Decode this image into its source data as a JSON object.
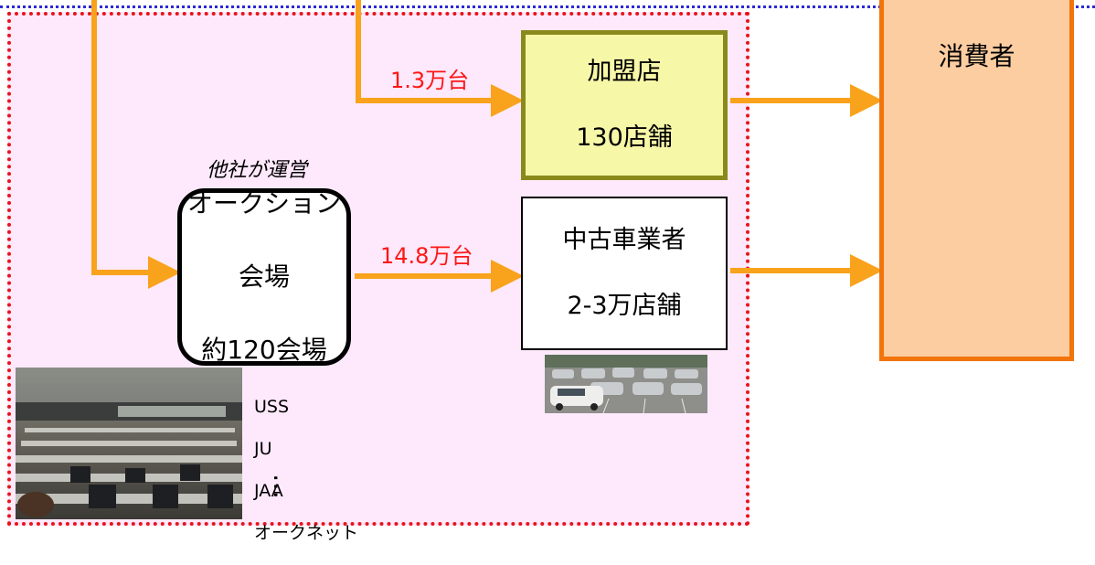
{
  "member_store": {
    "line1": "加盟店",
    "line2": "130店舗"
  },
  "used_car_dealer": {
    "line1": "中古車業者",
    "line2": "2-3万店舗"
  },
  "auction": {
    "line1": "オークション",
    "line2": "会場",
    "line3": "約120会場"
  },
  "auction_operator_note": "他社が運営",
  "consumer": {
    "label": "消費者"
  },
  "flows": {
    "to_member_store": "1.3万台",
    "to_dealer": "14.8万台"
  },
  "auction_list": [
    "USS",
    "JU",
    "JAA",
    "オークネット"
  ],
  "ellipsis": "…",
  "colors": {
    "arrow": "#f9a21c",
    "flow_label": "#ff1616",
    "region_fill": "#fde9fb",
    "region_border": "#e8141a",
    "member_fill": "#f7f7a8",
    "member_border": "#8a8a1c",
    "consumer_fill": "#fbcda1",
    "consumer_border": "#f2740c"
  }
}
